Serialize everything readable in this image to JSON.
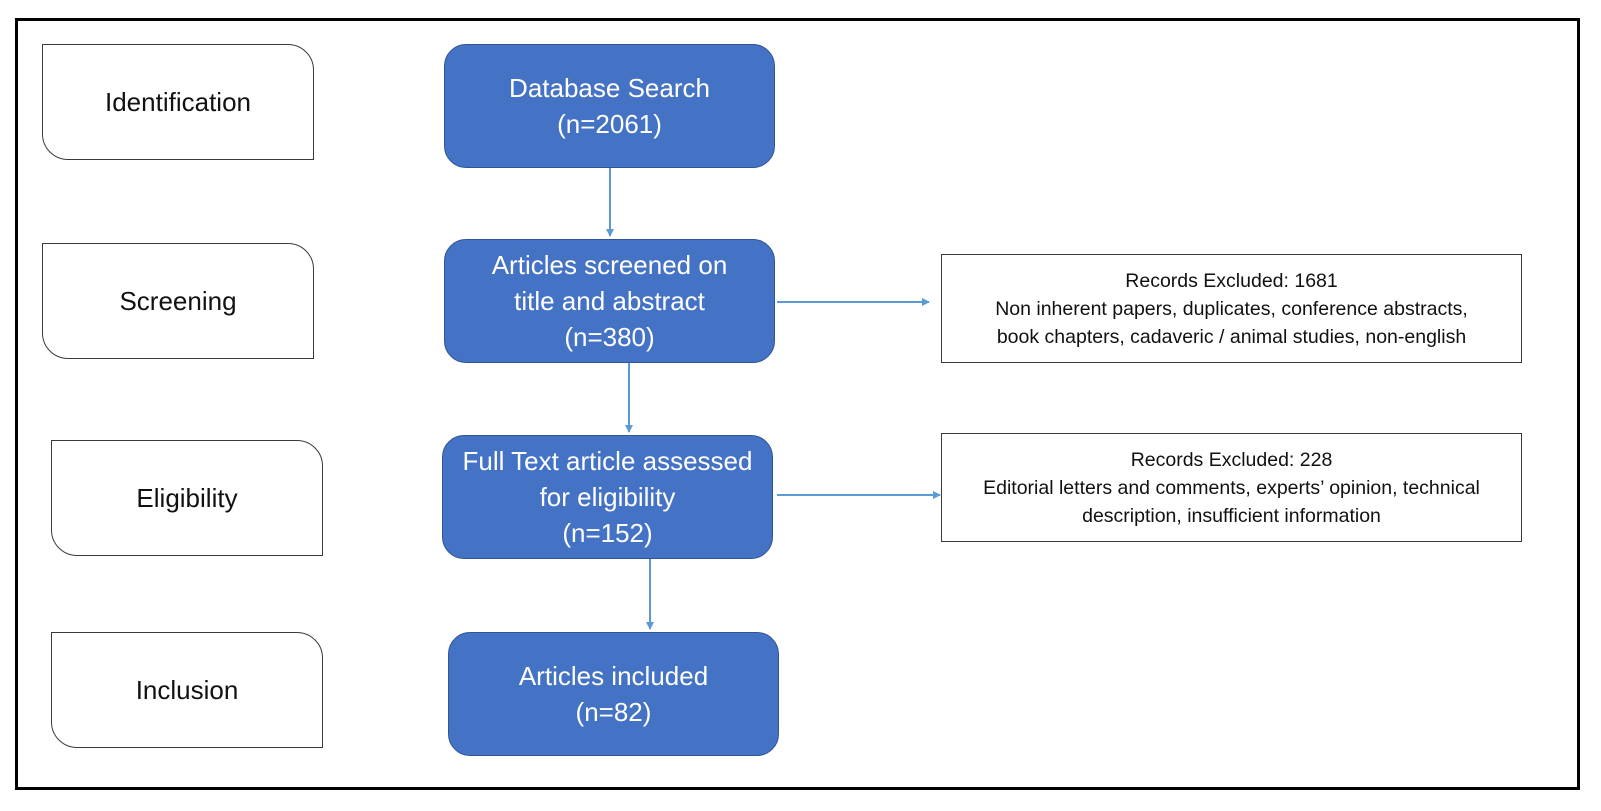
{
  "stages": {
    "identification": "Identification",
    "screening": "Screening",
    "eligibility": "Eligibility",
    "inclusion": "Inclusion"
  },
  "flow": {
    "database_search": {
      "line1": "Database Search",
      "count": "(n=2061)"
    },
    "screened": {
      "line1": "Articles screened on",
      "line2": "title and abstract",
      "count": "(n=380)"
    },
    "full_text": {
      "line1": "Full Text article assessed",
      "line2": "for eligibility",
      "count": "(n=152)"
    },
    "included": {
      "line1": "Articles included",
      "count": "(n=82)"
    }
  },
  "exclusions": {
    "screening": {
      "title": "Records Excluded: 1681",
      "line1": "Non inherent papers, duplicates, conference abstracts,",
      "line2": "book chapters, cadaveric / animal studies, non-english"
    },
    "eligibility": {
      "title": "Records Excluded: 228",
      "line1": "Editorial letters and comments, experts’ opinion, technical",
      "line2": "description, insufficient information"
    }
  },
  "colors": {
    "box_fill": "#4472c4",
    "box_border": "#2f5597",
    "arrow": "#5b9bd5"
  }
}
